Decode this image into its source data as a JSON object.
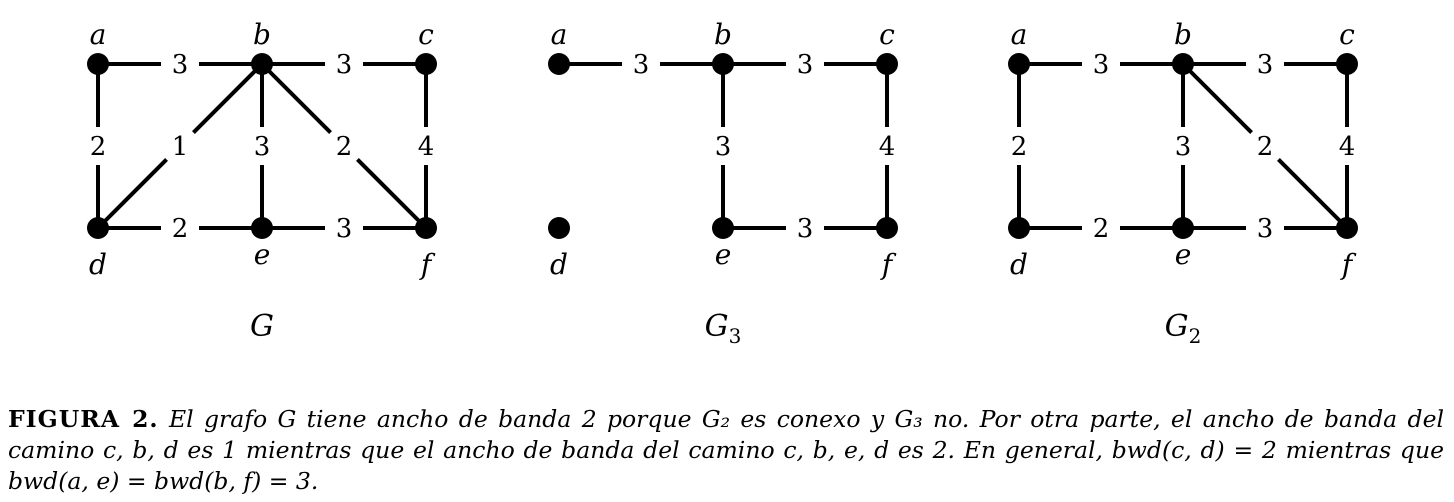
{
  "figure": {
    "graphs": [
      {
        "id": "G",
        "title": "G",
        "title_sub": "",
        "nodes": [
          {
            "id": "a",
            "label": "a"
          },
          {
            "id": "b",
            "label": "b"
          },
          {
            "id": "c",
            "label": "c"
          },
          {
            "id": "d",
            "label": "d"
          },
          {
            "id": "e",
            "label": "e"
          },
          {
            "id": "f",
            "label": "f"
          }
        ],
        "edges": [
          {
            "from": "a",
            "to": "b",
            "weight": "3"
          },
          {
            "from": "b",
            "to": "c",
            "weight": "3"
          },
          {
            "from": "a",
            "to": "d",
            "weight": "2"
          },
          {
            "from": "b",
            "to": "d",
            "weight": "1"
          },
          {
            "from": "b",
            "to": "e",
            "weight": "3"
          },
          {
            "from": "b",
            "to": "f",
            "weight": "2"
          },
          {
            "from": "c",
            "to": "f",
            "weight": "4"
          },
          {
            "from": "d",
            "to": "e",
            "weight": "2"
          },
          {
            "from": "e",
            "to": "f",
            "weight": "3"
          }
        ]
      },
      {
        "id": "G3",
        "title": "G",
        "title_sub": "3",
        "nodes": [
          {
            "id": "a",
            "label": "a"
          },
          {
            "id": "b",
            "label": "b"
          },
          {
            "id": "c",
            "label": "c"
          },
          {
            "id": "d",
            "label": "d"
          },
          {
            "id": "e",
            "label": "e"
          },
          {
            "id": "f",
            "label": "f"
          }
        ],
        "edges": [
          {
            "from": "a",
            "to": "b",
            "weight": "3"
          },
          {
            "from": "b",
            "to": "c",
            "weight": "3"
          },
          {
            "from": "b",
            "to": "e",
            "weight": "3"
          },
          {
            "from": "c",
            "to": "f",
            "weight": "4"
          },
          {
            "from": "e",
            "to": "f",
            "weight": "3"
          }
        ]
      },
      {
        "id": "G2",
        "title": "G",
        "title_sub": "2",
        "nodes": [
          {
            "id": "a",
            "label": "a"
          },
          {
            "id": "b",
            "label": "b"
          },
          {
            "id": "c",
            "label": "c"
          },
          {
            "id": "d",
            "label": "d"
          },
          {
            "id": "e",
            "label": "e"
          },
          {
            "id": "f",
            "label": "f"
          }
        ],
        "edges": [
          {
            "from": "a",
            "to": "b",
            "weight": "3"
          },
          {
            "from": "b",
            "to": "c",
            "weight": "3"
          },
          {
            "from": "a",
            "to": "d",
            "weight": "2"
          },
          {
            "from": "b",
            "to": "e",
            "weight": "3"
          },
          {
            "from": "b",
            "to": "f",
            "weight": "2"
          },
          {
            "from": "c",
            "to": "f",
            "weight": "4"
          },
          {
            "from": "d",
            "to": "e",
            "weight": "2"
          },
          {
            "from": "e",
            "to": "f",
            "weight": "3"
          }
        ]
      }
    ]
  },
  "caption": {
    "label": "FIGURA 2.",
    "text": "El grafo G tiene ancho de banda 2 porque G₂ es conexo y G₃ no. Por otra parte, el ancho de banda del camino c, b, d es 1 mientras que el ancho de banda del camino c, b, e, d es 2. En general, bwd(c, d) = 2 mientras que bwd(a, e) = bwd(b, f) = 3."
  }
}
